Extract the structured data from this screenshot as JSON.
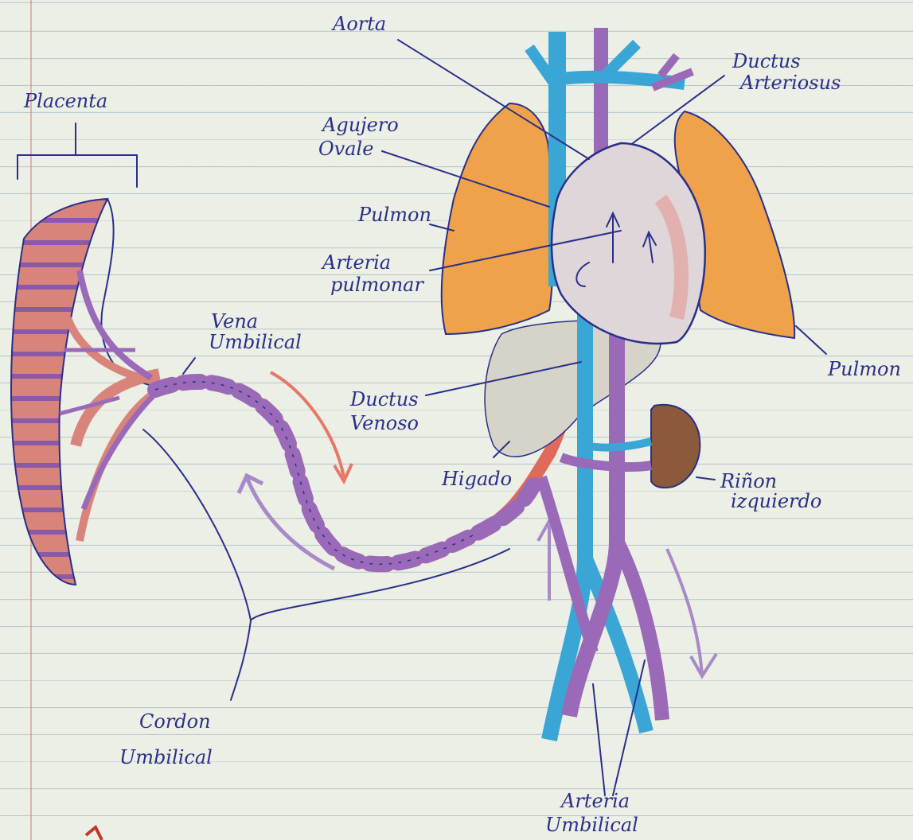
{
  "labels": {
    "placenta": "Placenta",
    "aorta": "Aorta",
    "ductus_arterioso": [
      "Ductus",
      "Arteriosus"
    ],
    "agujero_ovale": [
      "Agujero",
      "Ovale"
    ],
    "pulmon_left": "Pulmon",
    "arteria_pulmonar": [
      "Arteria",
      "pulmonar"
    ],
    "vena_umbilical": [
      "Vena",
      "Umbilical"
    ],
    "ductus_venoso": [
      "Ductus",
      "Venoso"
    ],
    "higado": "Higado",
    "rinon_izquierdo": [
      "Riñon",
      "izquierdo"
    ],
    "pulmon_right": "Pulmon",
    "cordon_umbilical": [
      "Cordon",
      "Umbilical"
    ],
    "arteria_umbilical": [
      "Arteria",
      "Umbilical"
    ]
  },
  "colors": {
    "ink": "#2a2f8a",
    "lung": "#f0a24a",
    "oxygenated": "#e06a5a",
    "deoxygenated": "#9a6ab8",
    "vena_cava": "#3aa6d6",
    "kidney": "#8a5a3a",
    "placenta": "#d9847a"
  }
}
